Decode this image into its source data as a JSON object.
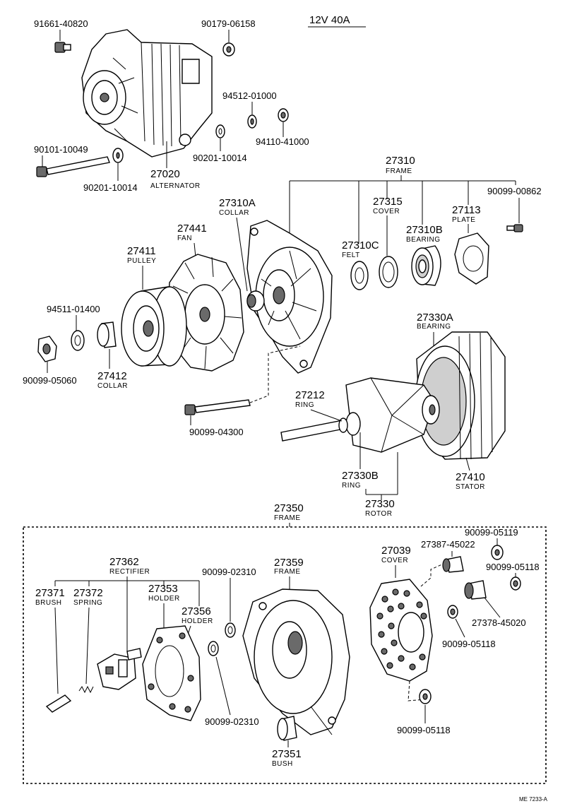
{
  "title": "12V 40A",
  "ref_code": "ME 7233-A",
  "labels": {
    "p91661": "91661-40820",
    "p90179": "90179-06158",
    "p94512": "94512-01000",
    "p94110": "94110-41000",
    "p90201a": "90201-10014",
    "p90101": "90101-10049",
    "p90201b": "90201-10014",
    "p27020": "27020",
    "n27020": "ALTERNATOR",
    "p27310": "27310",
    "n27310": "FRAME",
    "p90099_00862": "90099-00862",
    "p27310A": "27310A",
    "n27310A": "COLLAR",
    "p27315": "27315",
    "n27315": "COVER",
    "p27113": "27113",
    "n27113": "PLATE",
    "p27441": "27441",
    "n27441": "FAN",
    "p27310C": "27310C",
    "n27310C": "FELT",
    "p27310B": "27310B",
    "n27310B": "BEARING",
    "p27411": "27411",
    "n27411": "PULLEY",
    "p94511": "94511-01400",
    "p90099_05060": "90099-05060",
    "p27412": "27412",
    "n27412": "COLLAR",
    "p27330A": "27330A",
    "n27330A": "BEARING",
    "p27212": "27212",
    "n27212": "RING",
    "p90099_04300": "90099-04300",
    "p27330B": "27330B",
    "n27330B": "RING",
    "p27330": "27330",
    "n27330": "ROTOR",
    "p27410": "27410",
    "n27410": "STATOR",
    "p27350": "27350",
    "n27350": "FRAME",
    "p90099_05119": "90099-05119",
    "p27039": "27039",
    "n27039": "COVER",
    "p27387": "27387-45022",
    "p90099_05118a": "90099-05118",
    "p27362": "27362",
    "n27362": "RECTIFIER",
    "p90099_02310a": "90099-02310",
    "p27359": "27359",
    "n27359": "FRAME",
    "p27371": "27371",
    "n27371": "BRUSH",
    "p27372": "27372",
    "n27372": "SPRING",
    "p27353": "27353",
    "n27353": "HOLDER",
    "p27356": "27356",
    "n27356": "HOLDER",
    "p27378": "27378-45020",
    "p90099_05118b": "90099-05118",
    "p90099_02310b": "90099-02310",
    "p90099_05118c": "90099-05118",
    "p27351": "27351",
    "n27351": "BUSH"
  }
}
